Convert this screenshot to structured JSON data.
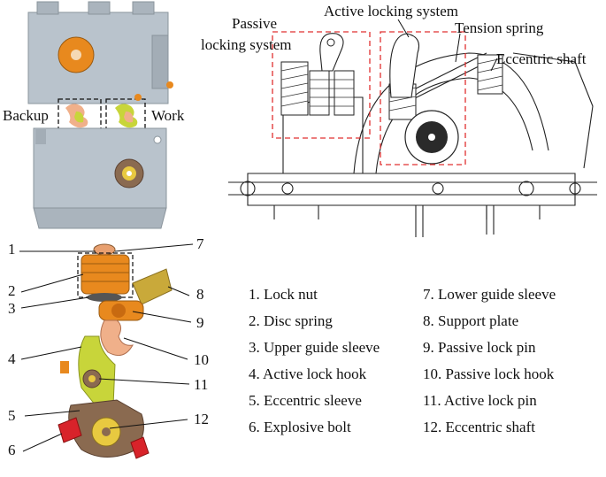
{
  "figure": {
    "top_left": {
      "labels": {
        "backup": "Backup",
        "work": "Work"
      }
    },
    "top_right": {
      "labels": {
        "passive_locking_system": [
          "Passive",
          "locking system"
        ],
        "active_locking_system": "Active locking system",
        "tension_spring": "Tension spring",
        "eccentric_shaft": "Eccentric shaft"
      }
    },
    "bottom_left": {
      "callouts": [
        "1",
        "2",
        "3",
        "4",
        "5",
        "6",
        "7",
        "8",
        "9",
        "10",
        "11",
        "12"
      ]
    },
    "legend": {
      "left_column": [
        "1. Lock nut",
        "2. Disc spring",
        "3. Upper guide sleeve",
        "4. Active lock hook",
        "5. Eccentric sleeve",
        "6. Explosive bolt"
      ],
      "right_column": [
        "7. Lower guide sleeve",
        "8. Support plate",
        "9. Passive lock pin",
        "10. Passive lock hook",
        "11. Active lock pin",
        "12. Eccentric shaft"
      ]
    },
    "colors": {
      "housing_gray": "#b9c3cc",
      "orange": "#e8891e",
      "peach": "#f0b08a",
      "yellow_green": "#c8d53a",
      "olive": "#c9a93a",
      "brown": "#8a6a50",
      "red": "#d8232a",
      "dashed_box_red": "#e03030"
    }
  }
}
